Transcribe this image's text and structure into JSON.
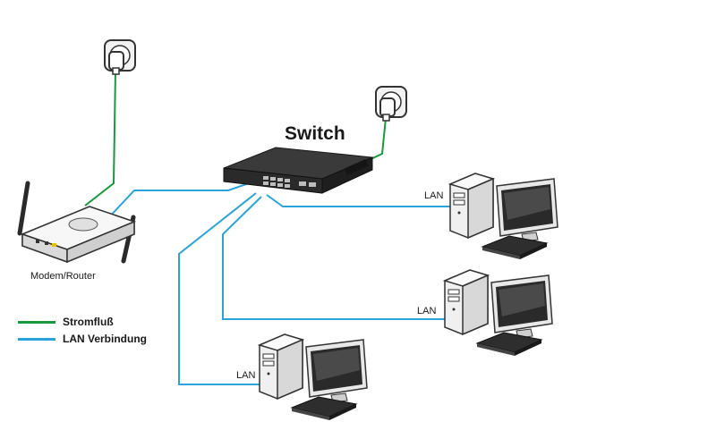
{
  "title": "Switch",
  "devices": {
    "router_label": "Modem/Router"
  },
  "connections": {
    "lan_labels": [
      "LAN",
      "LAN",
      "LAN"
    ]
  },
  "legend": {
    "power_label": "Stromfluß",
    "lan_label": "LAN Verbindung"
  },
  "colors": {
    "power_line": "#1a9a3c",
    "lan_line": "#2aa3dc",
    "device_dark": "#2a2a2a",
    "device_light": "#e6e6e6"
  }
}
